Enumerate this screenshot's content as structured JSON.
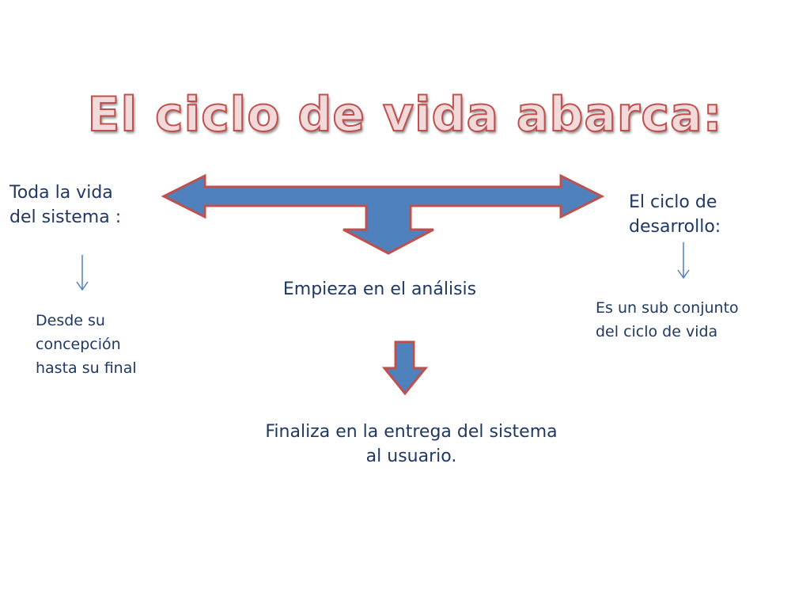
{
  "title": "El ciclo de vida abarca:",
  "left_branch": {
    "label_lines": [
      "Toda la vida",
      "del sistema :"
    ],
    "detail_lines": [
      "Desde su",
      "concepción",
      "hasta su final"
    ]
  },
  "right_branch": {
    "label_lines": [
      "El ciclo de",
      "desarrollo:"
    ],
    "detail_lines": [
      "Es un sub conjunto",
      "del ciclo de vida"
    ]
  },
  "flow": {
    "start": "Empieza en el análisis",
    "end_lines": [
      "Finaliza en la entrega del sistema",
      "al usuario."
    ]
  },
  "colors": {
    "arrow_fill": "#4f81bd",
    "arrow_stroke": "#c0504d",
    "text": "#1f3864",
    "title_outline": "#c0504d"
  }
}
